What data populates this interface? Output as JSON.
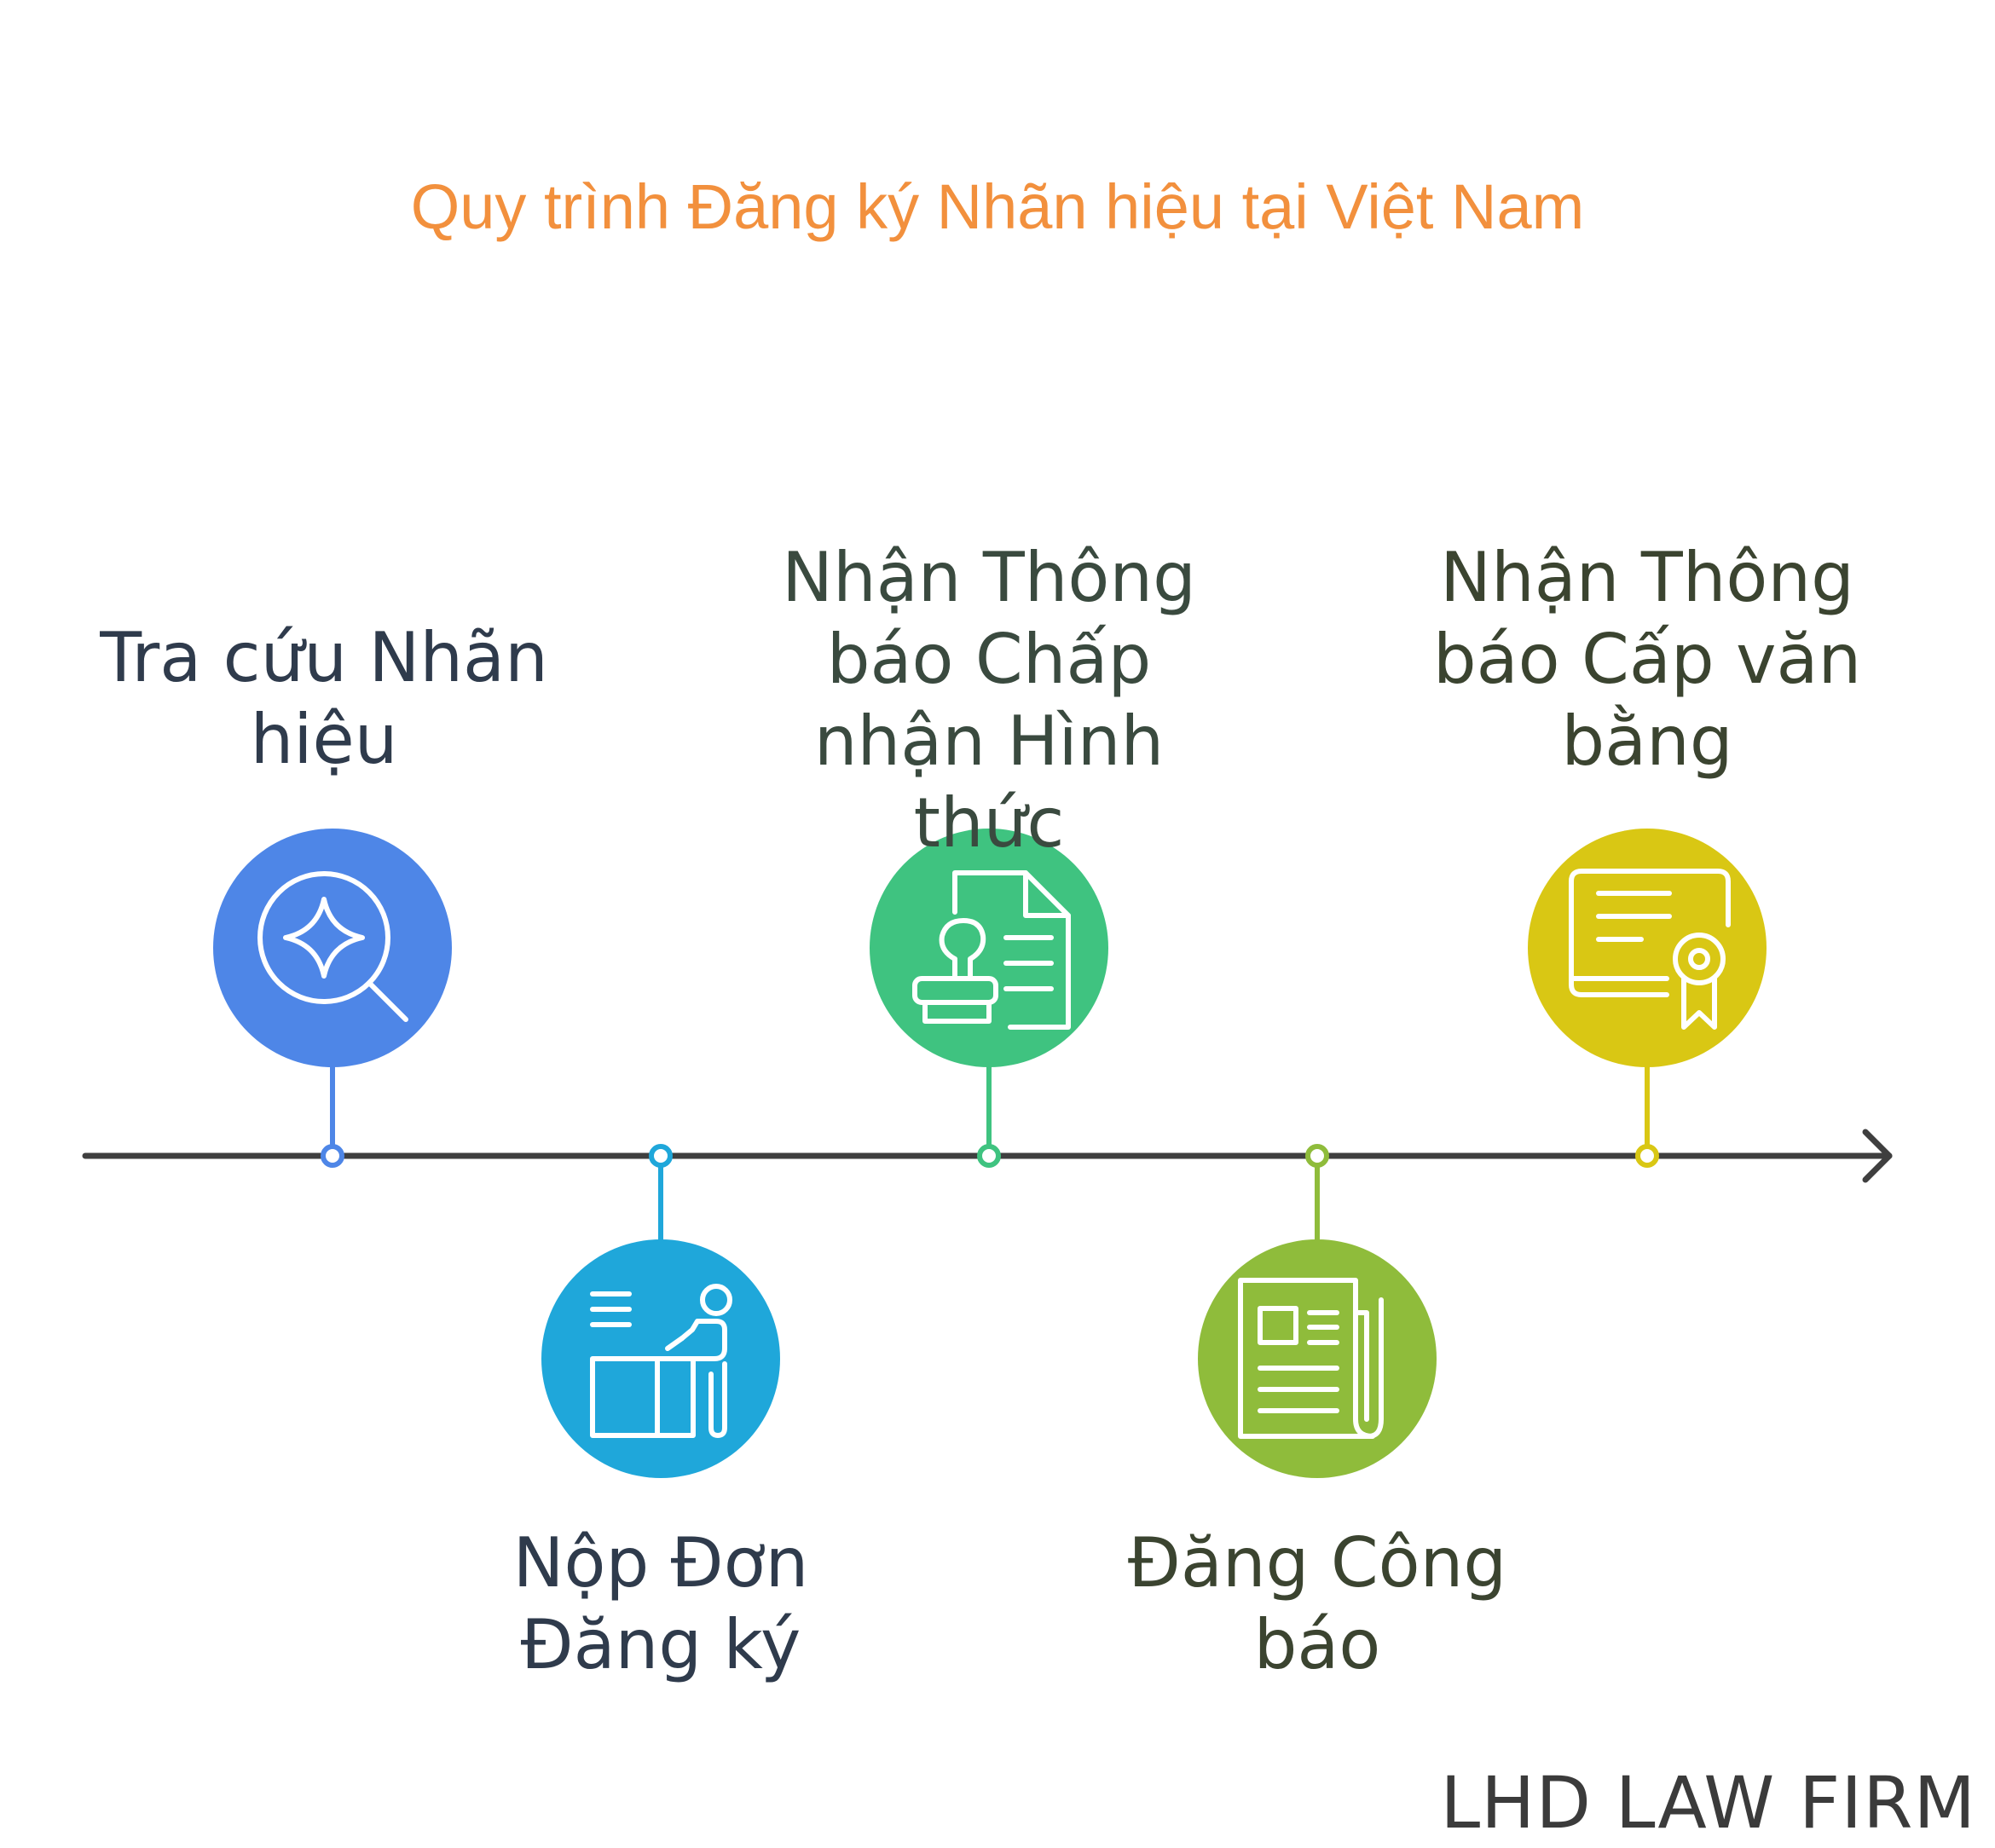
{
  "title": "Quy trình Đăng ký Nhãn hiệu tại Việt Nam",
  "steps": [
    {
      "label": "Tra cứu Nhãn hiệu",
      "icon": "search-sparkle-icon",
      "color": "#4E86E7",
      "position": "above"
    },
    {
      "label": "Nộp Đơn Đăng ký",
      "icon": "person-at-desk-writing-icon",
      "color": "#1FA7DA",
      "position": "below"
    },
    {
      "label": "Nhận Thông báo Chấp nhận Hình thức",
      "icon": "stamp-document-icon",
      "color": "#3FC380",
      "position": "above"
    },
    {
      "label": "Đăng Công báo",
      "icon": "newspaper-icon",
      "color": "#8FBC3B",
      "position": "below"
    },
    {
      "label": "Nhận Thông báo Cấp văn bằng",
      "icon": "certificate-icon",
      "color": "#D9C714",
      "position": "above"
    }
  ],
  "footer": "LHD LAW FIRM",
  "colors": {
    "title": "#F2903D",
    "label_text_blue_group": "#2F3B4C",
    "label_text_green_group": "#3B4430",
    "axis": "#3f3f3f"
  }
}
